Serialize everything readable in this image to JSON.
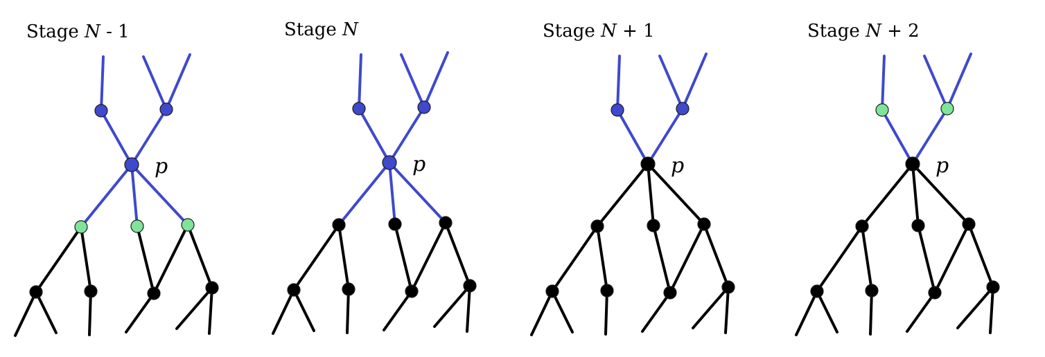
{
  "colors": {
    "blue": "#3f49cc",
    "green": "#7fe39a",
    "black": "#000000",
    "background": "#ffffff"
  },
  "node_label": "p",
  "stages": [
    {
      "title_prefix": "Stage ",
      "title_var": "N",
      "title_suffix": "- 1",
      "top_node_color": "blue",
      "p_node_color": "blue",
      "p_lower_edges_color": "blue",
      "mid_node_color": "green"
    },
    {
      "title_prefix": "Stage ",
      "title_var": "N",
      "title_suffix": "",
      "top_node_color": "blue",
      "p_node_color": "blue",
      "p_lower_edges_color": "blue",
      "mid_node_color": "black"
    },
    {
      "title_prefix": "Stage ",
      "title_var": "N",
      "title_suffix": "+ 1",
      "top_node_color": "blue",
      "p_node_color": "black",
      "p_lower_edges_color": "black",
      "mid_node_color": "black"
    },
    {
      "title_prefix": "Stage ",
      "title_var": "N",
      "title_suffix": "+ 2",
      "top_node_color": "green",
      "p_node_color": "black",
      "p_lower_edges_color": "black",
      "mid_node_color": "black"
    }
  ]
}
